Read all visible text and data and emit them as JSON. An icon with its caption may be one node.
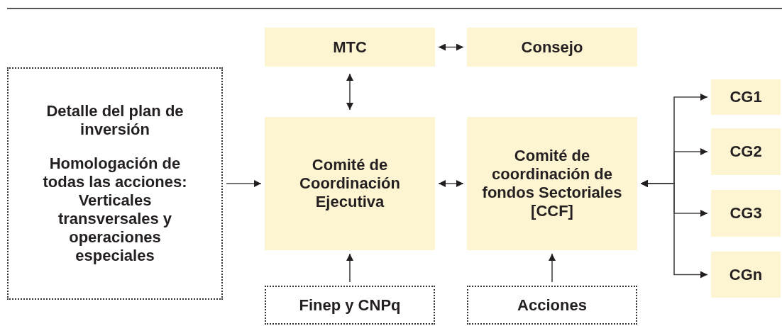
{
  "diagram": {
    "nodes": [
      {
        "text": [
          "Detalle del plan de inversión",
          "Homologación de todas las acciones: Verticales transversales y operaciones especiales"
        ]
      },
      {
        "text": [
          "MTC"
        ]
      },
      {
        "text": [
          "Consejo"
        ]
      },
      {
        "text": [
          "Comité de Coordinación Ejecutiva"
        ]
      },
      {
        "text": [
          "Comité de coordinación de fondos Sectoriales [CCF]"
        ]
      },
      {
        "text": [
          "Finep y CNPq"
        ]
      },
      {
        "text": [
          "Acciones"
        ]
      },
      {
        "text": [
          "CG1"
        ]
      },
      {
        "text": [
          "CG2"
        ]
      },
      {
        "text": [
          "CG3"
        ]
      },
      {
        "text": [
          "CGn"
        ]
      }
    ],
    "edges": [
      {
        "from": 0,
        "to": 3,
        "arrow": "to"
      },
      {
        "from": 1,
        "to": 2,
        "arrow": "both"
      },
      {
        "from": 1,
        "to": 3,
        "arrow": "both"
      },
      {
        "from": 3,
        "to": 4,
        "arrow": "both"
      },
      {
        "from": 5,
        "to": 3,
        "arrow": "to"
      },
      {
        "from": 6,
        "to": 4,
        "arrow": "to"
      },
      {
        "from": 4,
        "to": 7,
        "arrow": "both"
      },
      {
        "from": 4,
        "to": 8,
        "arrow": "both"
      },
      {
        "from": 4,
        "to": 9,
        "arrow": "both"
      },
      {
        "from": 4,
        "to": 10,
        "arrow": "both"
      }
    ]
  }
}
